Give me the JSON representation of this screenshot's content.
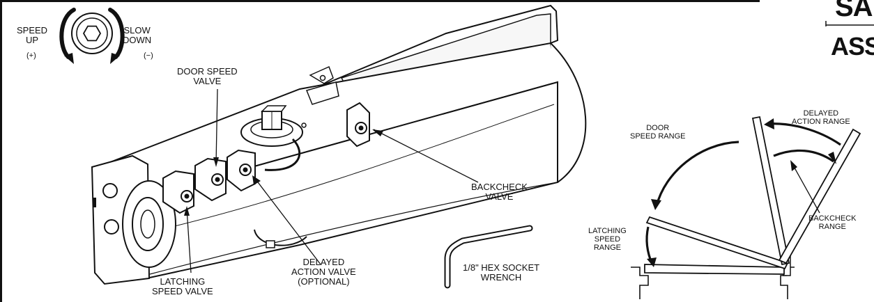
{
  "colors": {
    "ink": "#111111",
    "paper": "#ffffff",
    "light": "#f2f2f2",
    "mid": "#d9d9d9"
  },
  "icons": {
    "adjust": "hex-socket-icon",
    "tool": "hex-wrench-icon"
  },
  "speed_key": {
    "speed_up": "SPEED\nUP",
    "plus": "(+)",
    "slow_down": "SLOW\nDOWN",
    "minus": "(−)"
  },
  "valves": {
    "door_speed": "DOOR SPEED\nVALVE",
    "latching_speed": "LATCHING\nSPEED VALVE",
    "delayed_action": "DELAYED\nACTION VALVE\n(OPTIONAL)",
    "backcheck": "BACKCHECK\nVALVE"
  },
  "wrench": "1/8\" HEX SOCKET\nWRENCH",
  "ranges": {
    "delayed_action": "DELAYED\nACTION RANGE",
    "door_speed": "DOOR\nSPEED RANGE",
    "backcheck": "BACKCHECK\nRANGE",
    "latching_speed": "LATCHING\nSPEED\nRANGE"
  },
  "brand": {
    "line1": "SA",
    "line2": "ASS"
  }
}
